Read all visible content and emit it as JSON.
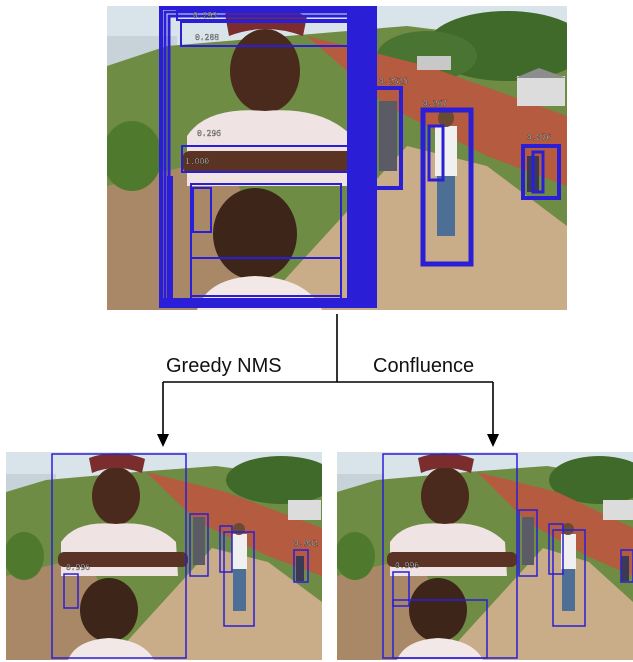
{
  "diagram": {
    "branches": [
      {
        "id": "left",
        "label": "Greedy NMS"
      },
      {
        "id": "right",
        "label": "Confluence"
      }
    ],
    "colors": {
      "box": "#2a1fd6",
      "sky": "#d9e4ea",
      "ground": "#b58e6a",
      "foliage": "#3f6a2a",
      "arrow": "#000000"
    },
    "top_scores": [
      "0.293",
      "0.288",
      "0.296",
      "0.2525",
      "0.267",
      "1.000",
      "0.876"
    ],
    "greedy_scores": [
      "0.996",
      "0.982"
    ],
    "confluence_scores": [
      "0.996"
    ]
  }
}
